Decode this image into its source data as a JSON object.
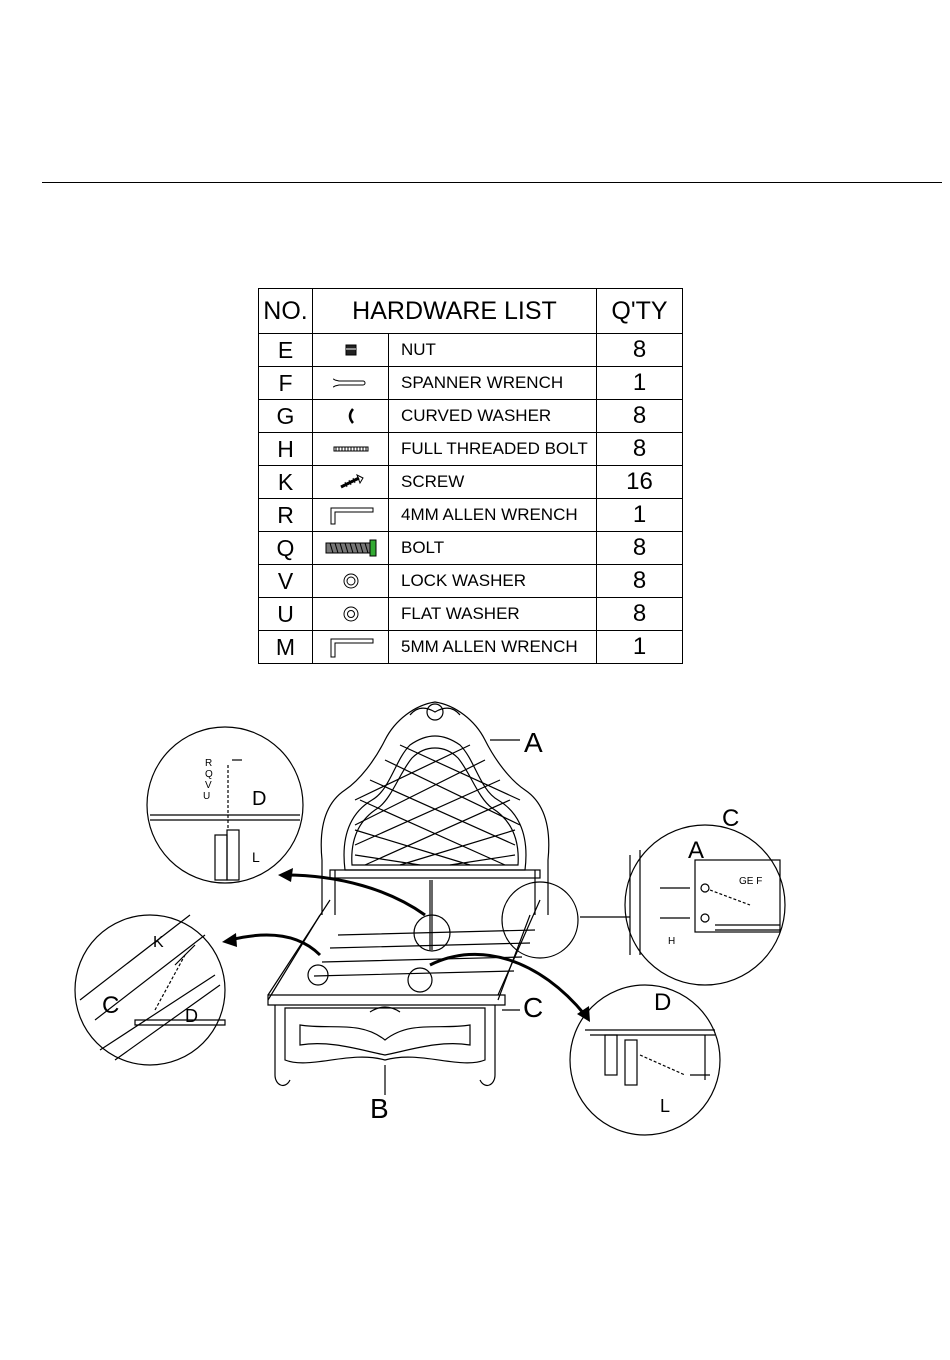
{
  "table": {
    "headers": {
      "no": "NO.",
      "list": "HARDWARE LIST",
      "qty": "Q'TY"
    },
    "rows": [
      {
        "no": "E",
        "name": "NUT",
        "qty": "8",
        "icon": "nut-icon"
      },
      {
        "no": "F",
        "name": "SPANNER WRENCH",
        "qty": "1",
        "icon": "spanner-wrench-icon"
      },
      {
        "no": "G",
        "name": "CURVED WASHER",
        "qty": "8",
        "icon": "curved-washer-icon"
      },
      {
        "no": "H",
        "name": "FULL THREADED BOLT",
        "qty": "8",
        "icon": "threaded-bolt-icon"
      },
      {
        "no": "K",
        "name": "SCREW",
        "qty": "16",
        "icon": "screw-icon"
      },
      {
        "no": "R",
        "name": "4MM ALLEN WRENCH",
        "qty": "1",
        "icon": "allen-wrench-icon"
      },
      {
        "no": "Q",
        "name": "BOLT",
        "qty": "8",
        "icon": "bolt-icon"
      },
      {
        "no": "V",
        "name": "LOCK WASHER",
        "qty": "8",
        "icon": "lock-washer-icon"
      },
      {
        "no": "U",
        "name": "FLAT WASHER",
        "qty": "8",
        "icon": "flat-washer-icon"
      },
      {
        "no": "M",
        "name": "5MM ALLEN WRENCH",
        "qty": "1",
        "icon": "allen-wrench-icon"
      }
    ]
  },
  "diagram": {
    "labels": {
      "a": "A",
      "b": "B",
      "c": "C",
      "d": "D",
      "k": "K",
      "l": "L",
      "h": "H",
      "r": "R",
      "q": "Q",
      "v": "V",
      "u": "U",
      "gef": "GE F"
    }
  }
}
